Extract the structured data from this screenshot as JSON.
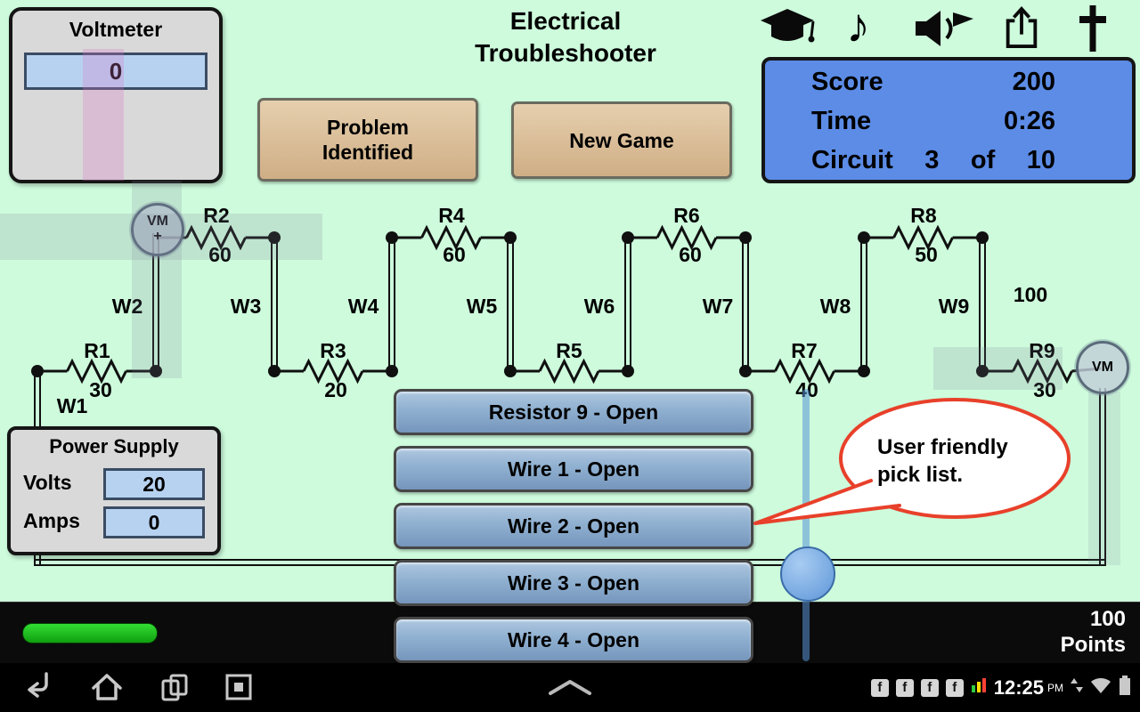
{
  "app": {
    "title_line1": "Electrical",
    "title_line2": "Troubleshooter"
  },
  "toolbar": {
    "icons": [
      "graduation-cap",
      "music-note",
      "speaker",
      "share",
      "cross"
    ]
  },
  "voltmeter": {
    "title": "Voltmeter",
    "value": "0"
  },
  "buttons": {
    "problem_line1": "Problem",
    "problem_line2": "Identified",
    "new_game": "New Game"
  },
  "score_panel": {
    "score_label": "Score",
    "score_value": "200",
    "time_label": "Time",
    "time_value": "0:26",
    "circuit_label": "Circuit",
    "circuit_current": "3",
    "of_label": "of",
    "circuit_total": "10"
  },
  "circuit": {
    "probe_top": {
      "label": "VM",
      "sign": "+"
    },
    "probe_right": {
      "label": "VM"
    },
    "resistors": {
      "r1": {
        "name": "R1",
        "value": "30"
      },
      "r2": {
        "name": "R2",
        "value": "60"
      },
      "r3": {
        "name": "R3",
        "value": "20"
      },
      "r4": {
        "name": "R4",
        "value": "60"
      },
      "r5": {
        "name": "R5"
      },
      "r6": {
        "name": "R6",
        "value": "60"
      },
      "r7": {
        "name": "R7",
        "value": "40"
      },
      "r8": {
        "name": "R8",
        "value": "50"
      },
      "r9": {
        "name": "R9",
        "value": "30"
      }
    },
    "wires": {
      "w1": "W1",
      "w2": "W2",
      "w3": "W3",
      "w4": "W4",
      "w5": "W5",
      "w6": "W6",
      "w7": "W7",
      "w8": "W8",
      "w9": "W9"
    },
    "extra_value": "100"
  },
  "power_supply": {
    "title": "Power Supply",
    "volts_label": "Volts",
    "volts_value": "20",
    "amps_label": "Amps",
    "amps_value": "0"
  },
  "picklist": {
    "items": [
      {
        "label": "Resistor 9 - Open"
      },
      {
        "label": "Wire 1 - Open"
      },
      {
        "label": "Wire 2 - Open"
      },
      {
        "label": "Wire 3 - Open"
      },
      {
        "label": "Wire 4 - Open"
      }
    ]
  },
  "callout": {
    "line1": "User friendly",
    "line2": "pick list."
  },
  "progress": {
    "points_value": "100",
    "points_label": "Points"
  },
  "navbar": {
    "fb_badge": "f",
    "time": "12:25",
    "ampm": "PM"
  }
}
